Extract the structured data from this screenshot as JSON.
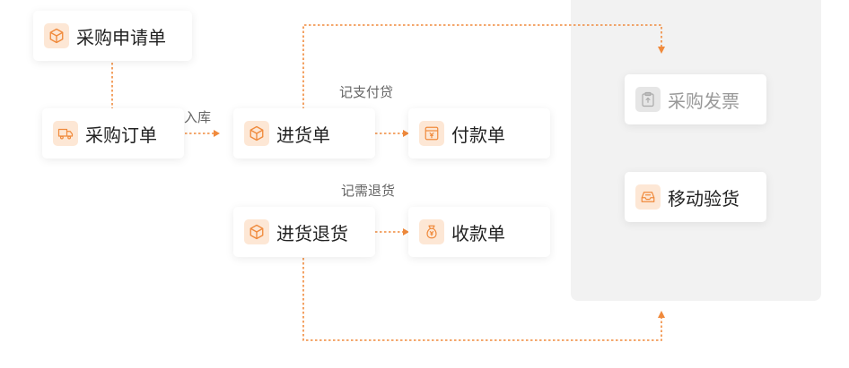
{
  "nodes": {
    "purchase_request": "采购申请单",
    "purchase_order": "采购订单",
    "receipt": "进货单",
    "payment": "付款单",
    "purchase_return": "进货退货",
    "collection": "收款单",
    "purchase_invoice": "采购发票",
    "mobile_inspection": "移动验货"
  },
  "edges": {
    "to_stock": "入库",
    "record_payable": "记支付贷",
    "record_return": "记需退货"
  },
  "colors": {
    "accent": "#f08a3c",
    "icon_bg": "#fde7d5",
    "panel": "#f2f2f2"
  }
}
